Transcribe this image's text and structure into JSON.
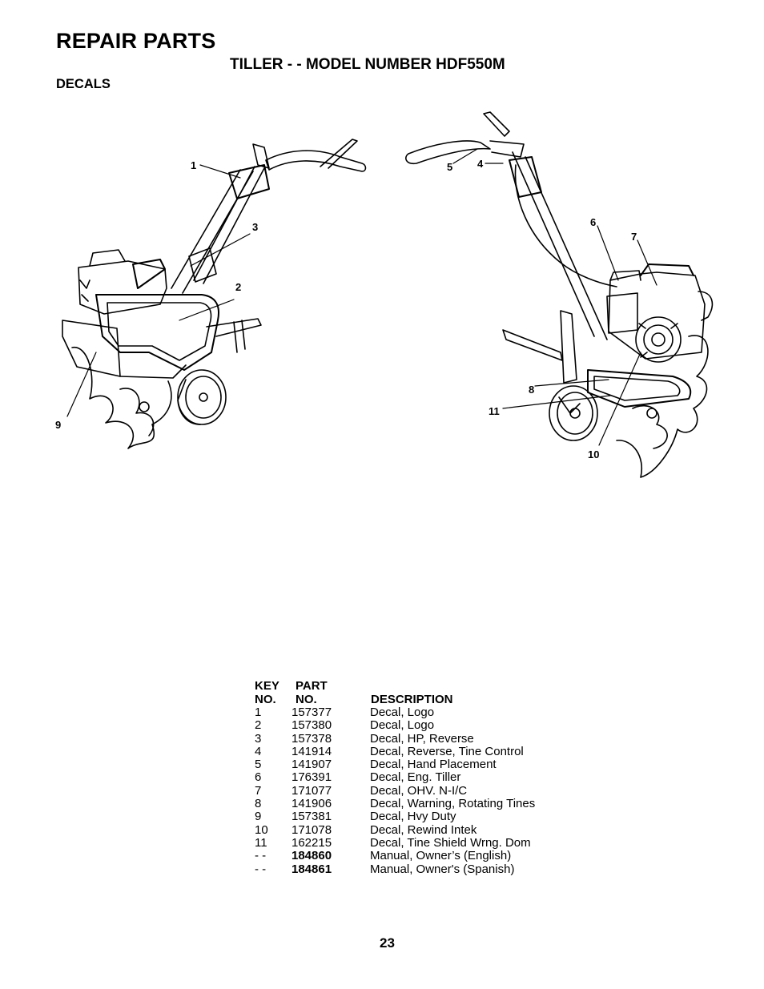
{
  "header": {
    "title": "REPAIR PARTS",
    "subtitle": "TILLER - - MODEL NUMBER HDF550M",
    "section": "DECALS"
  },
  "callouts": {
    "left": [
      "1",
      "3",
      "2",
      "9"
    ],
    "right": [
      "5",
      "4",
      "6",
      "7",
      "8",
      "11",
      "10"
    ]
  },
  "parts_table": {
    "headers": {
      "key_line1": "KEY",
      "key_line2": "NO.",
      "part_line1": "PART",
      "part_line2": "NO.",
      "description": "DESCRIPTION"
    },
    "rows": [
      {
        "key": "1",
        "part": "157377",
        "description": "Decal, Logo",
        "bold": false
      },
      {
        "key": "2",
        "part": "157380",
        "description": "Decal, Logo",
        "bold": false
      },
      {
        "key": "3",
        "part": "157378",
        "description": "Decal, HP, Reverse",
        "bold": false
      },
      {
        "key": "4",
        "part": "141914",
        "description": "Decal, Reverse, Tine Control",
        "bold": false
      },
      {
        "key": "5",
        "part": "141907",
        "description": "Decal, Hand Placement",
        "bold": false
      },
      {
        "key": "6",
        "part": "176391",
        "description": "Decal, Eng. Tiller",
        "bold": false
      },
      {
        "key": "7",
        "part": "171077",
        "description": "Decal, OHV. N-I/C",
        "bold": false
      },
      {
        "key": "8",
        "part": "141906",
        "description": "Decal, Warning, Rotating Tines",
        "bold": false
      },
      {
        "key": "9",
        "part": "157381",
        "description": "Decal, Hvy Duty",
        "bold": false
      },
      {
        "key": "10",
        "part": "171078",
        "description": "Decal, Rewind Intek",
        "bold": false
      },
      {
        "key": "11",
        "part": "162215",
        "description": "Decal, Tine Shield Wrng. Dom",
        "bold": false
      },
      {
        "key": "- -",
        "part": "184860",
        "description": "Manual, Owner’s (English)",
        "bold": true
      },
      {
        "key": "- -",
        "part": "184861",
        "description": "Manual, Owner's (Spanish)",
        "bold": true
      }
    ]
  },
  "page_number": "23"
}
